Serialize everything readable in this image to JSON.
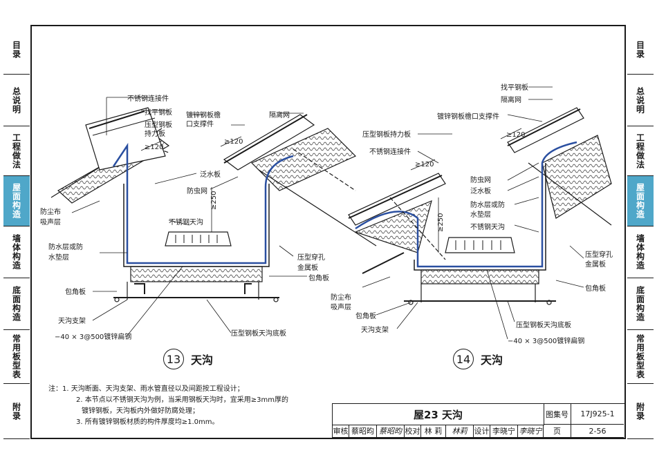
{
  "sidebar": [
    {
      "label": "目录",
      "active": false
    },
    {
      "label": "总说明",
      "active": false
    },
    {
      "label": "工程做法",
      "active": false
    },
    {
      "label": "屋面构造",
      "active": true
    },
    {
      "label": "墙体构造",
      "active": false
    },
    {
      "label": "底面构造",
      "active": false
    },
    {
      "label": "常用板型表",
      "active": false
    },
    {
      "label": "附录",
      "active": false
    }
  ],
  "detail13": {
    "number": "13",
    "title": "天沟",
    "labels": {
      "a": "不锈钢连接件",
      "b": "找平钢板",
      "c": "压型钢板",
      "d": "持力板",
      "e": "镀锌钢板檐",
      "f": "口支撑件",
      "g": "隔离网",
      "h": "泛水板",
      "i": "防虫网",
      "j": "防尘布",
      "k": "吸声层",
      "l": "不锈钢天沟",
      "m": "防水层或防",
      "n": "水垫层",
      "o": "压型穿孔",
      "p": "金属板",
      "q": "包角板",
      "r": "包角板",
      "s": "天沟支架",
      "t": "−40 × 3@500镀锌扁钢",
      "u": "压型钢板天沟底板"
    },
    "dims": {
      "a": "≥120",
      "b": "≥120",
      "c": "≥250"
    }
  },
  "detail14": {
    "number": "14",
    "title": "天沟",
    "labels": {
      "a": "找平钢板",
      "b": "隔离网",
      "c": "镀锌钢板檐口支撑件",
      "d": "压型钢板持力板",
      "e": "不锈钢连接件",
      "f": "防虫网",
      "g": "泛水板",
      "h": "防水层或防",
      "i": "水垫层",
      "j": "不锈钢天沟",
      "k": "压型穿孔",
      "l": "金属板",
      "m": "包角板",
      "n": "防尘布",
      "o": "吸声层",
      "p": "包角板",
      "q": "天沟支架",
      "r": "压型钢板天沟底板",
      "s": "−40 × 3@500镀锌扁钢"
    },
    "dims": {
      "a": "≥120",
      "b": "≥120",
      "c": "≥250"
    }
  },
  "notes": [
    "注：1. 天沟断面、天沟支架、雨水管直径以及间距按工程设计；",
    "2. 本节点以不锈钢天沟为例，当采用钢板天沟时，宜采用≥3mm厚的",
    "镀锌钢板，天沟板内外做好防腐处理；",
    "3. 所有镀锌钢板材质的构件厚度均≥1.0mm。"
  ],
  "titleblock": {
    "title": "屋23  天沟",
    "atlas_label": "图集号",
    "atlas_no": "17J925-1",
    "page_label": "页",
    "page_no": "2-56",
    "review_label": "审核",
    "reviewer": "蔡昭昀",
    "check_label": "校对",
    "checker": "林 莉",
    "design_label": "设计",
    "designer": "李晓宁"
  }
}
